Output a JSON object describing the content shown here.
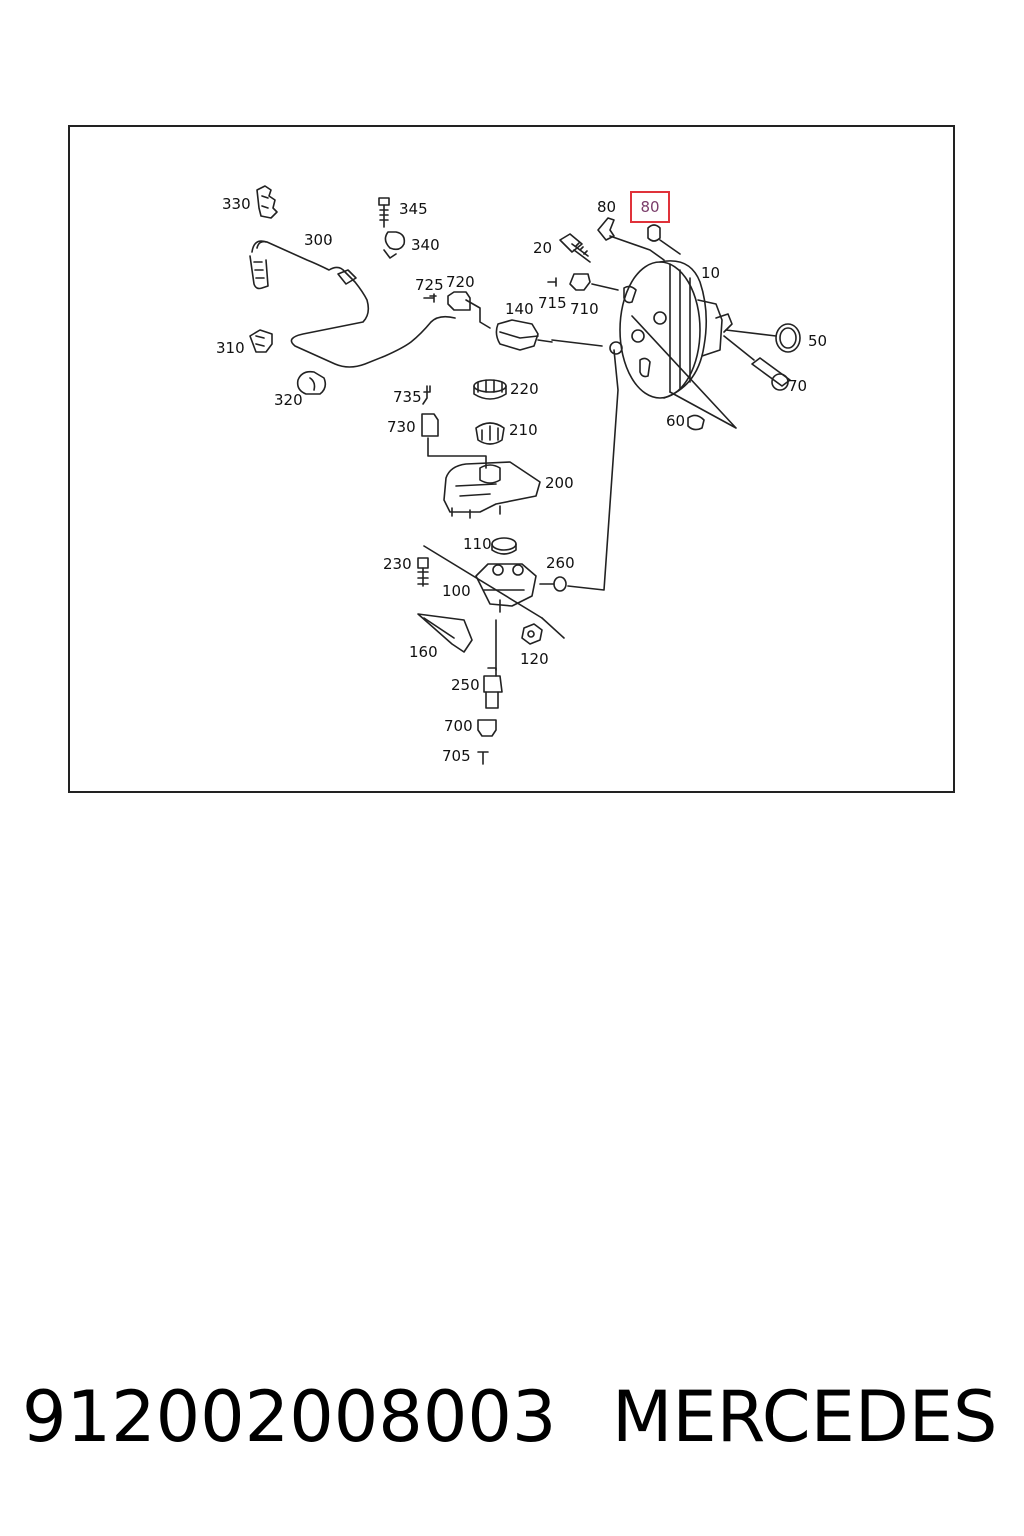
{
  "callouts": {
    "c330": "330",
    "c345": "345",
    "c300": "300",
    "c340": "340",
    "c80a": "80",
    "c80b": "80",
    "c20": "20",
    "c10": "10",
    "c725": "725",
    "c720": "720",
    "c140": "140",
    "c715": "715",
    "c710": "710",
    "c50": "50",
    "c310": "310",
    "c70": "70",
    "c320": "320",
    "c735": "735",
    "c220": "220",
    "c730": "730",
    "c210": "210",
    "c60": "60",
    "c200": "200",
    "c110": "110",
    "c230": "230",
    "c260": "260",
    "c100": "100",
    "c160": "160",
    "c120": "120",
    "c250": "250",
    "c700": "700",
    "c705": "705"
  },
  "footer": {
    "part_number": "912002008003",
    "brand": "MERCEDES"
  },
  "colors": {
    "highlight": "#e0323a",
    "line": "#222222"
  }
}
